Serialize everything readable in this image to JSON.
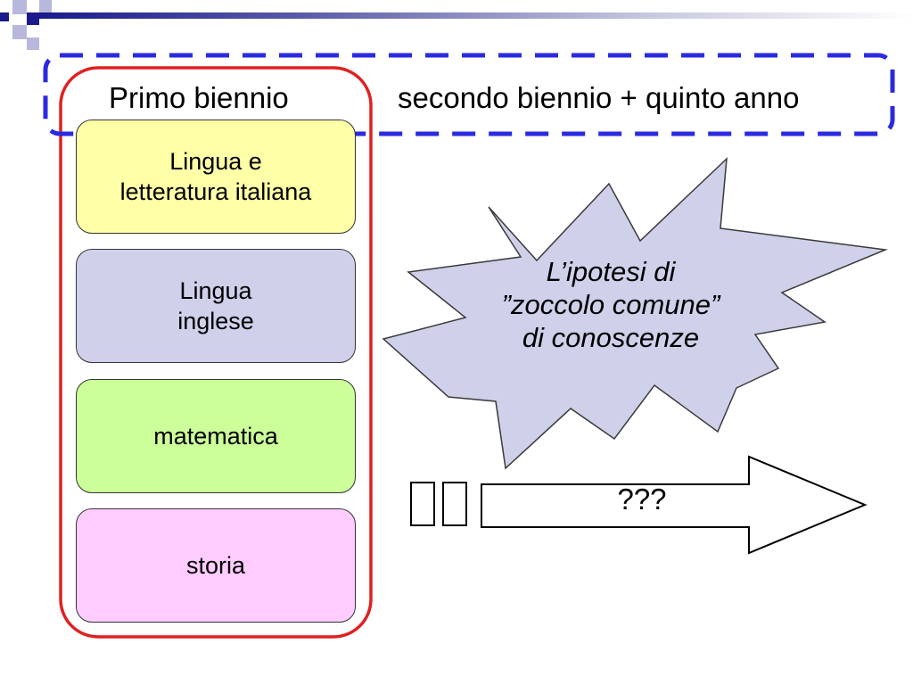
{
  "colors": {
    "accent_dark": "#1a1a8c",
    "accent_light": "#b8b8dc",
    "column_border": "#e02020",
    "header_dash": "#2a2ae0",
    "italiano_fill": "#ffffa8",
    "inglese_fill": "#cfd0ea",
    "matematica_fill": "#ccff99",
    "storia_fill": "#ffccff",
    "burst_fill": "#cfd0ea"
  },
  "header": {
    "left_label": "Primo biennio",
    "right_label": "secondo biennio + quinto anno"
  },
  "subjects": [
    {
      "label": "Lingua e\nletteratura italiana"
    },
    {
      "label": "Lingua\ninglese"
    },
    {
      "label": "matematica"
    },
    {
      "label": "storia"
    }
  ],
  "burst": {
    "text": "L’ipotesi di\n”zoccolo comune”\ndi conoscenze"
  },
  "arrow": {
    "text": "???",
    "prefix_glyphs": [
      "missing-glyph-box",
      "missing-glyph-box"
    ]
  }
}
